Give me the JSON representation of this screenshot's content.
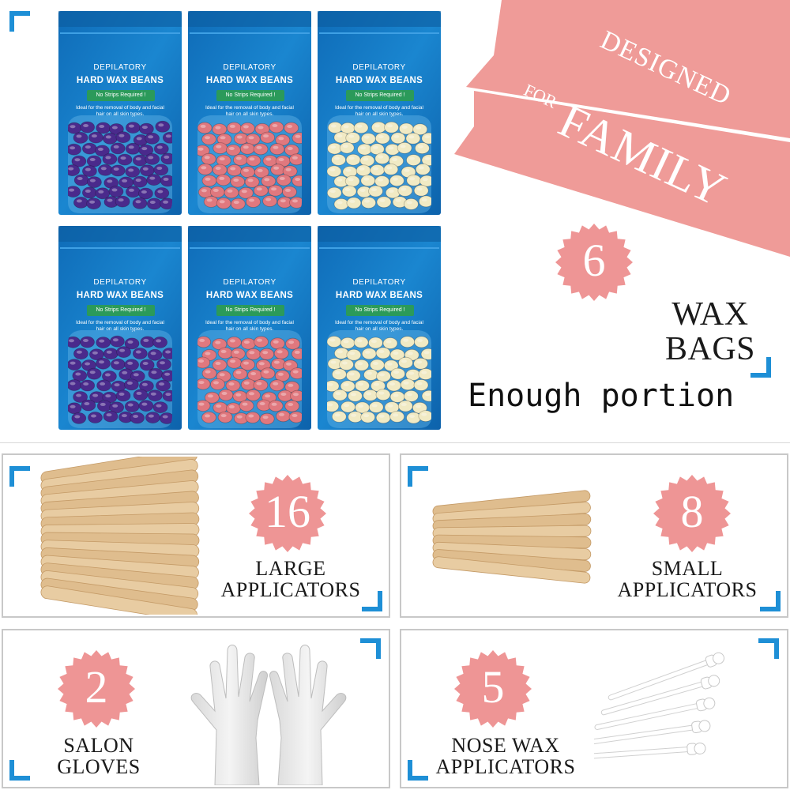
{
  "bags": [
    {
      "line1": "DEPILATORY",
      "line2": "HARD WAX BEANS",
      "badge": "No Strips Required !",
      "desc": "Ideal for the removal of body and facial hair on all skin types.",
      "bead_color": "#4a2a8c"
    },
    {
      "line1": "DEPILATORY",
      "line2": "HARD WAX BEANS",
      "badge": "No Strips Required !",
      "desc": "Ideal for the removal of body and facial hair on all skin types.",
      "bead_color": "#e0787e"
    },
    {
      "line1": "DEPILATORY",
      "line2": "HARD WAX BEANS",
      "badge": "No Strips Required !",
      "desc": "Ideal for the removal of body and facial hair on all skin types.",
      "bead_color": "#f1eac4"
    },
    {
      "line1": "DEPILATORY",
      "line2": "HARD WAX BEANS",
      "badge": "No Strips Required !",
      "desc": "Ideal for the removal of body and facial hair on all skin types.",
      "bead_color": "#4a2a8c"
    },
    {
      "line1": "DEPILATORY",
      "line2": "HARD WAX BEANS",
      "badge": "No Strips Required !",
      "desc": "Ideal for the removal of body and facial hair on all skin types.",
      "bead_color": "#e0787e"
    },
    {
      "line1": "DEPILATORY",
      "line2": "HARD WAX BEANS",
      "badge": "No Strips Required !",
      "desc": "Ideal for the removal of body and facial hair on all skin types.",
      "bead_color": "#f1eac4"
    }
  ],
  "banner": {
    "designed": "DESIGNED",
    "for": "FOR",
    "family": "FAMILY",
    "color": "#ef9b98"
  },
  "wax_bags": {
    "count": "6",
    "line1": "WAX",
    "line2": "BAGS",
    "tagline": "Enough portion"
  },
  "large_applicators": {
    "count": "16",
    "line1": "LARGE",
    "line2": "APPLICATORS"
  },
  "small_applicators": {
    "count": "8",
    "line1": "SMALL",
    "line2": "APPLICATORS"
  },
  "salon_gloves": {
    "count": "2",
    "line1": "SALON",
    "line2": "GLOVES"
  },
  "nose_applicators": {
    "count": "5",
    "line1": "NOSE WAX",
    "line2": "APPLICATORS"
  },
  "colors": {
    "accent_blue": "#1e8fd6",
    "badge_pink": "#ee9595",
    "bag_blue": "#1577c4",
    "stick": "#e6c9a0"
  }
}
